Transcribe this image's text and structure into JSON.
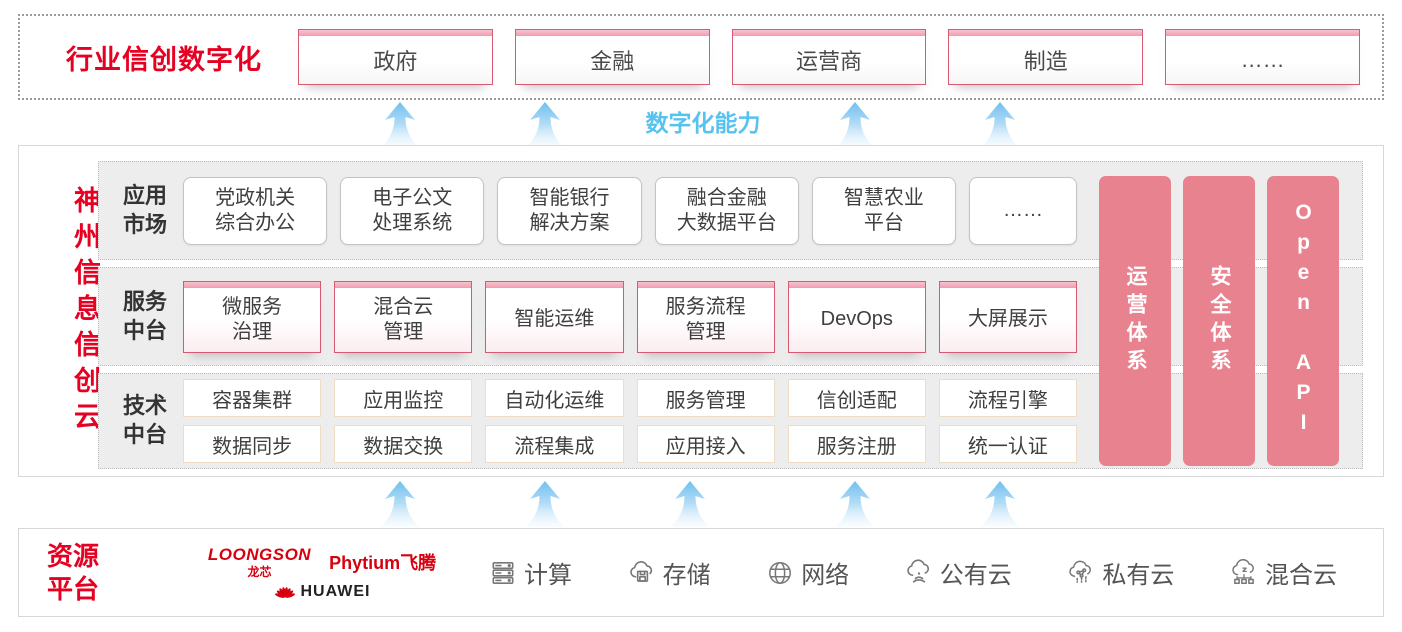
{
  "top_band": {
    "label": "行业信创数字化",
    "industries": [
      "政府",
      "金融",
      "运营商",
      "制造",
      "……"
    ]
  },
  "capability_label": "数字化能力",
  "platform": {
    "title": "神州信息信创云",
    "rows": [
      {
        "label": "应用\n市场",
        "items": [
          "党政机关\n综合办公",
          "电子公文\n处理系统",
          "智能银行\n解决方案",
          "融合金融\n大数据平台",
          "智慧农业\n平台",
          "……"
        ]
      },
      {
        "label": "服务\n中台",
        "items": [
          "微服务\n治理",
          "混合云\n管理",
          "智能运维",
          "服务流程\n管理",
          "DevOps",
          "大屏展示"
        ]
      },
      {
        "label": "技术\n中台",
        "items_row1": [
          "容器集群",
          "应用监控",
          "自动化运维",
          "服务管理",
          "信创适配",
          "流程引擎"
        ],
        "items_row2": [
          "数据同步",
          "数据交换",
          "流程集成",
          "应用接入",
          "服务注册",
          "统一认证"
        ]
      }
    ],
    "pillars": [
      "运营体系",
      "安全体系",
      "Open API"
    ]
  },
  "resources": {
    "label": "资源\n平台",
    "vendors": {
      "loongson": "LOONGSON",
      "loongson_cn": "龙芯",
      "phytium": "Phytium飞腾",
      "huawei": "HUAWEI"
    },
    "items": [
      {
        "icon": "compute-icon",
        "label": "计算"
      },
      {
        "icon": "storage-icon",
        "label": "存储"
      },
      {
        "icon": "network-icon",
        "label": "网络"
      },
      {
        "icon": "public-cloud-icon",
        "label": "公有云"
      },
      {
        "icon": "private-cloud-icon",
        "label": "私有云"
      },
      {
        "icon": "hybrid-cloud-icon",
        "label": "混合云"
      }
    ]
  },
  "colors": {
    "accent_red": "#e60021",
    "pillar_pink": "#e8828e",
    "capability_blue": "#56c2f0",
    "vendor_red": "#d7000f"
  }
}
